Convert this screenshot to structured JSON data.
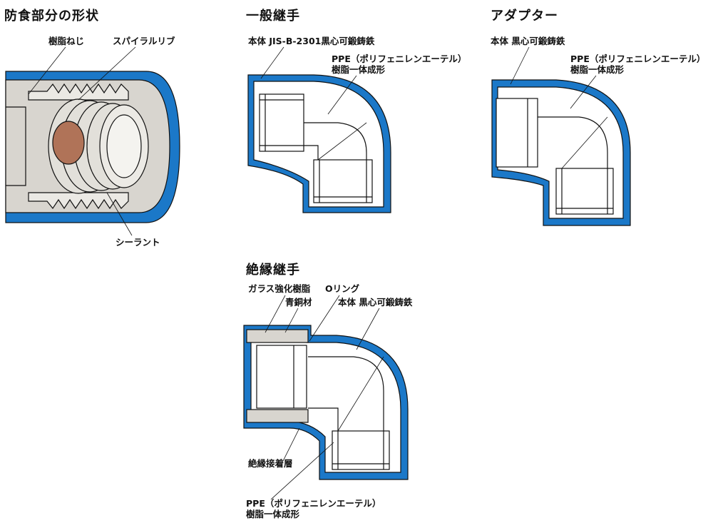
{
  "anticorrosion": {
    "title": "防食部分の形状",
    "label_resin_thread": "樹脂ねじ",
    "label_spiral_rib": "スパイラルリブ",
    "label_sealant": "シーラント"
  },
  "general": {
    "title": "一般継手",
    "label_body": "本体 JIS-B-2301黒心可鍛鋳鉄",
    "label_ppe_line1": "PPE（ポリフェニレンエーテル）",
    "label_ppe_line2": "樹脂一体成形"
  },
  "adapter": {
    "title": "アダプター",
    "label_body": "本体 黒心可鍛鋳鉄",
    "label_ppe_line1": "PPE（ポリフェニレンエーテル）",
    "label_ppe_line2": "樹脂一体成形"
  },
  "insulated": {
    "title": "絶縁継手",
    "label_glass_resin": "ガラス強化樹脂",
    "label_oring": "Oリング",
    "label_bronze": "青銅材",
    "label_body": "本体 黒心可鍛鋳鉄",
    "label_adhesive": "絶縁接着層",
    "label_ppe_line1": "PPE（ポリフェニレンエーテル）",
    "label_ppe_line2": "樹脂一体成形"
  },
  "colors": {
    "iron_blue": "#1b78c8",
    "resin_gray": "#d8d5cf",
    "sealant_brown": "#b07358",
    "outline": "#111111"
  }
}
